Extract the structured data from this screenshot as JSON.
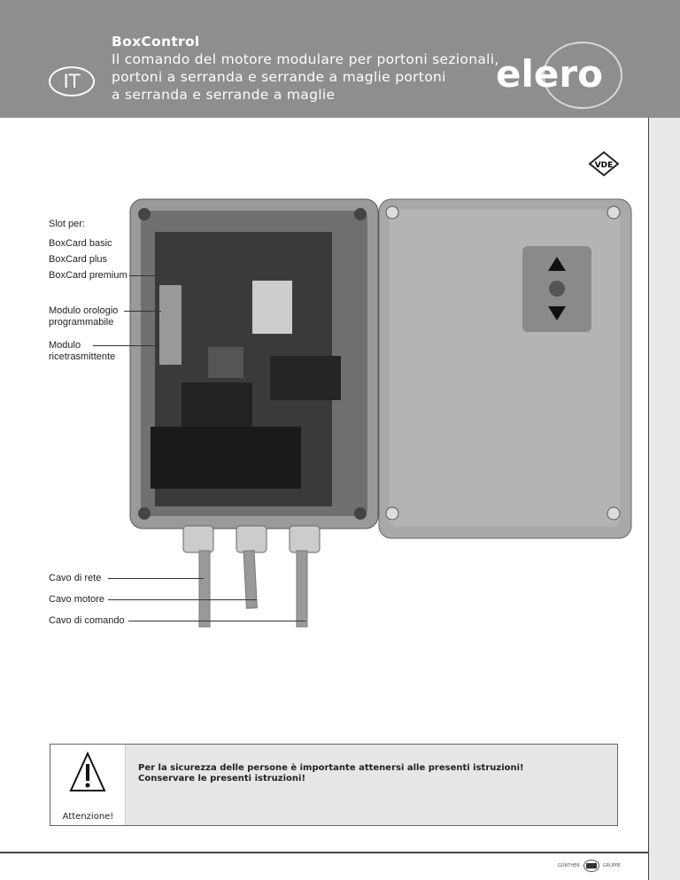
{
  "header": {
    "lang_badge": "IT",
    "title_lines": [
      "BoxControl",
      "Il comando del motore modulare per portoni sezionali,",
      "portoni a serranda e serrande a maglie portoni",
      "a serranda e serrande a maglie"
    ],
    "logo": "elero"
  },
  "certification_mark": "VDE",
  "callouts": {
    "slot_for": "Slot per:",
    "cards": [
      "BoxCard basic",
      "BoxCard plus",
      "BoxCard premium"
    ],
    "clock_module": [
      "Modulo orologio",
      "programmabile"
    ],
    "transceiver_module": [
      "Modulo",
      "ricetrasmittente"
    ],
    "cables": [
      "Cavo di rete",
      "Cavo motore",
      "Cavo di comando"
    ]
  },
  "warning": {
    "label": "Attenzione!",
    "lines": [
      "Per la sicurezza delle persone è importante attenersi alle presenti istruzioni!",
      "Conservare le presenti istruzioni!"
    ]
  },
  "footer": {
    "brand_left": "GÜNTHER",
    "brand_right": "GRUPPE"
  }
}
